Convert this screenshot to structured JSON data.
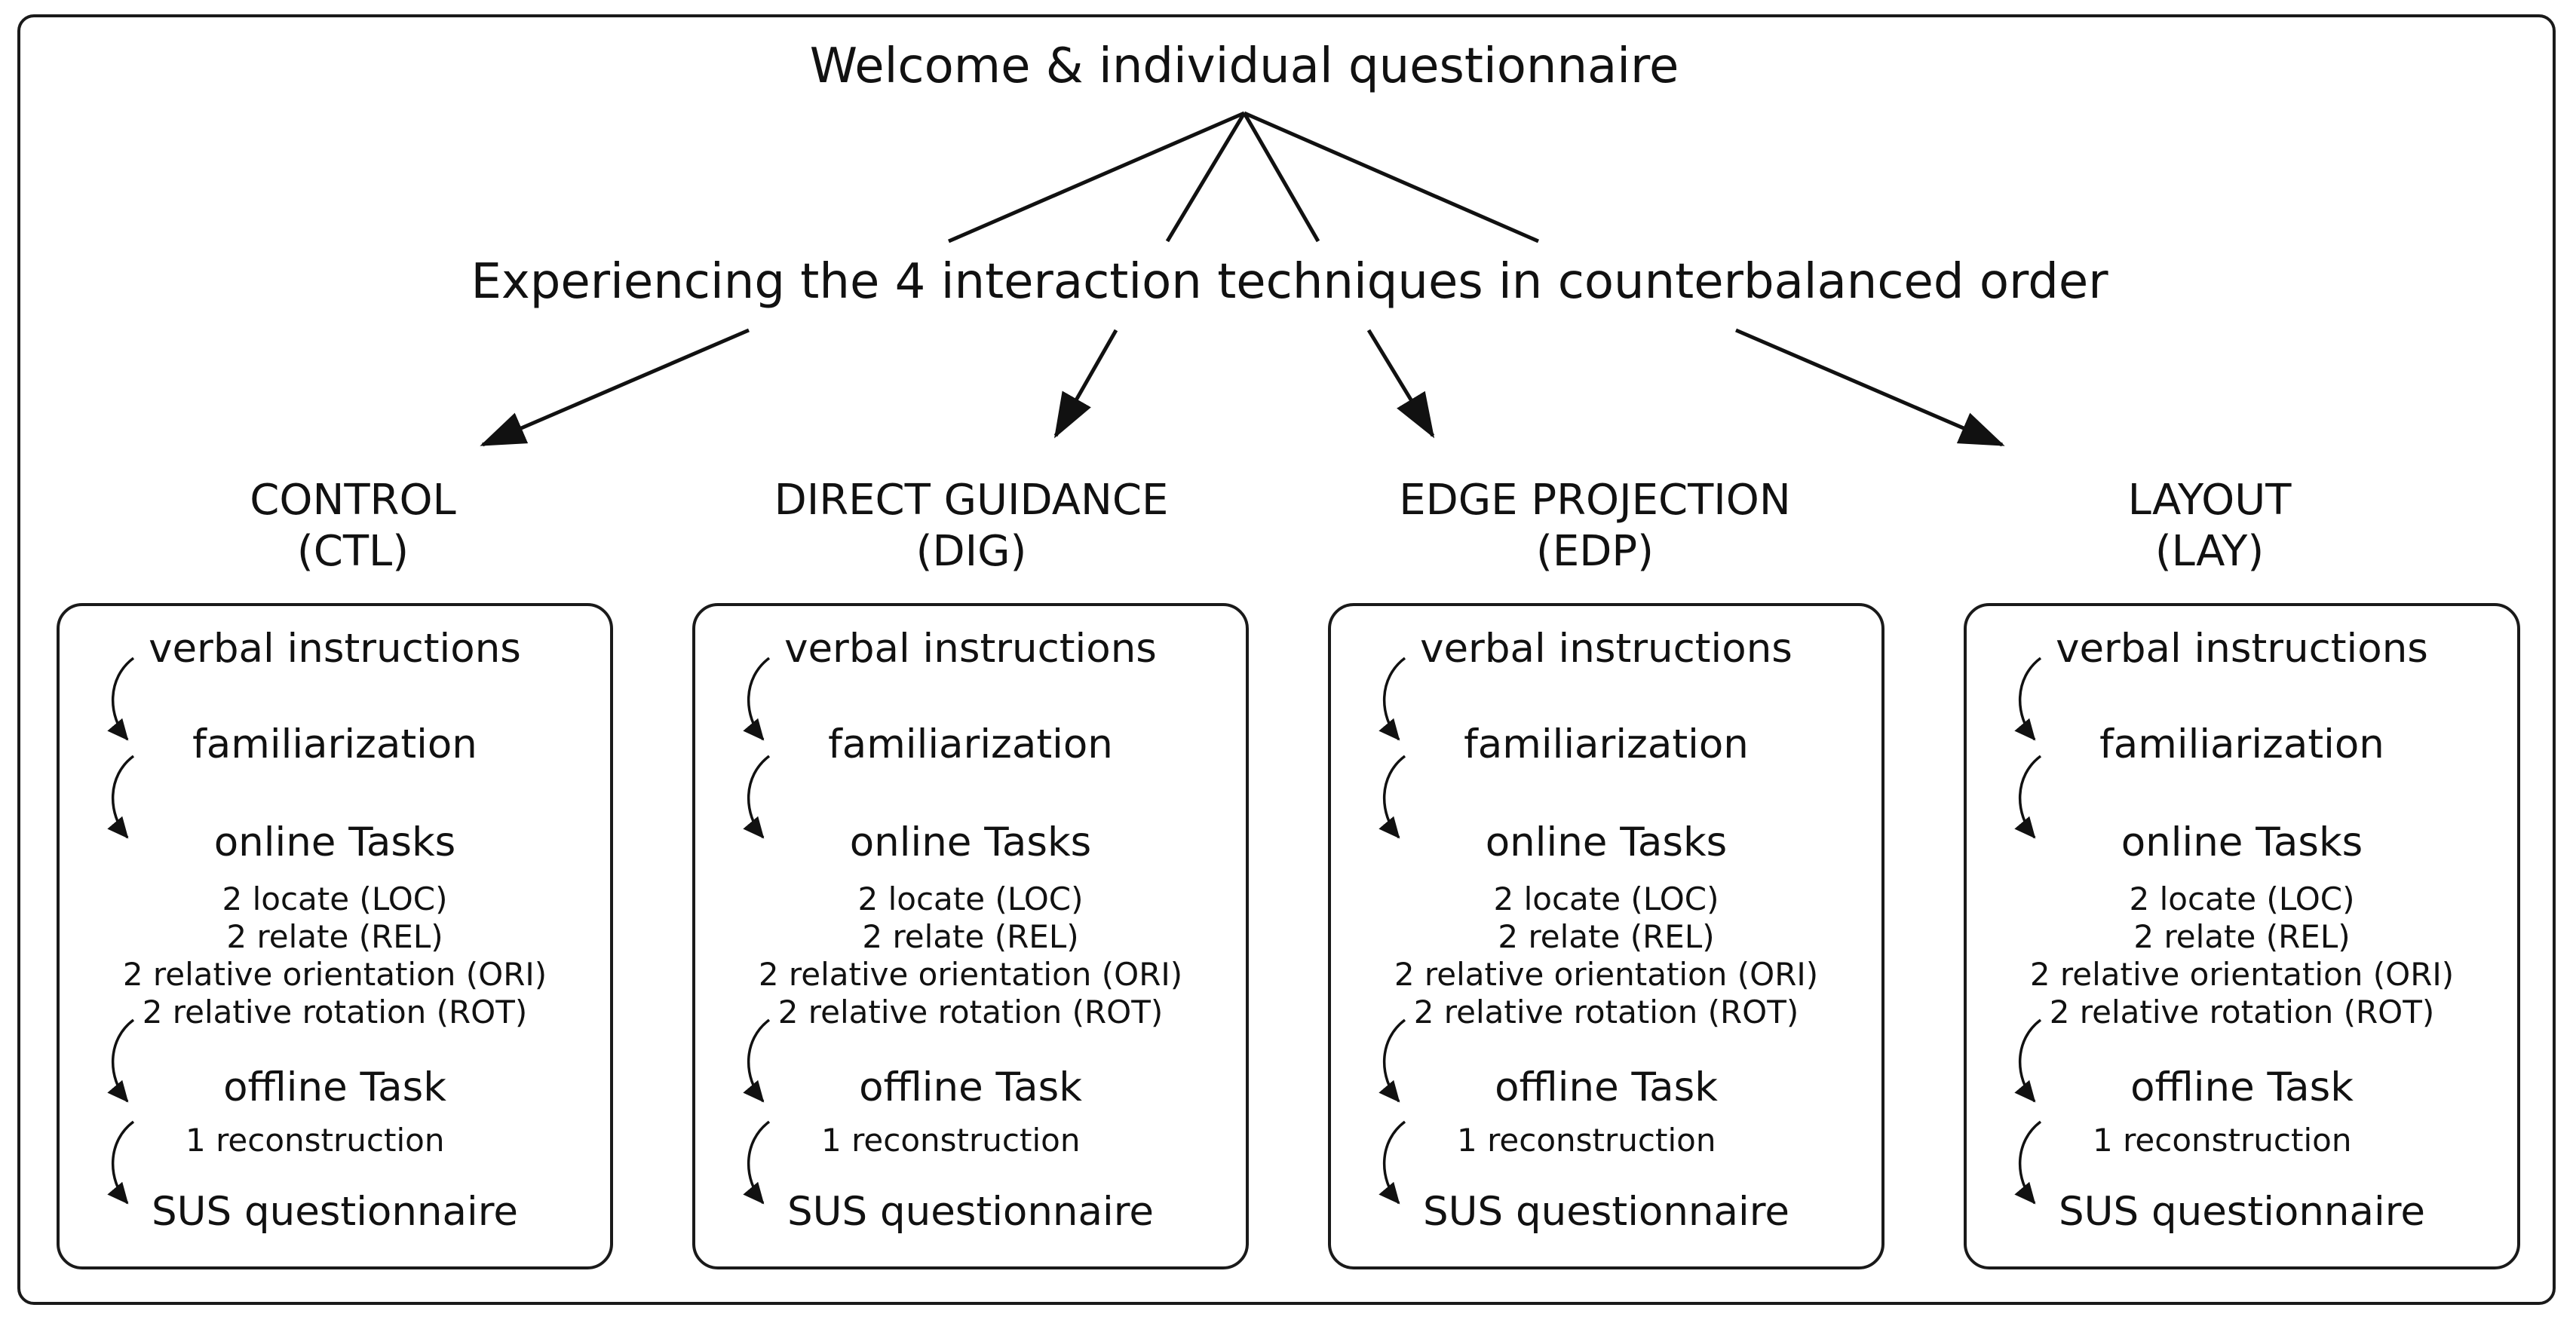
{
  "header": {
    "welcome": "Welcome & individual questionnaire",
    "experiencing": "Experiencing the 4 interaction techniques in counterbalanced order"
  },
  "conditions": [
    {
      "name": "CONTROL",
      "abbr": "(CTL)"
    },
    {
      "name": "DIRECT GUIDANCE",
      "abbr": "(DIG)"
    },
    {
      "name": "EDGE PROJECTION",
      "abbr": "(EDP)"
    },
    {
      "name": "LAYOUT",
      "abbr": "(LAY)"
    }
  ],
  "procedure": {
    "verbal": "verbal instructions",
    "familiarization": "familiarization",
    "online": "online Tasks",
    "online_items": [
      "2 locate (LOC)",
      "2 relate (REL)",
      "2 relative orientation (ORI)",
      "2 relative rotation (ROT)"
    ],
    "offline": "offline Task",
    "offline_items": [
      "1 reconstruction"
    ],
    "sus": "SUS questionnaire"
  }
}
